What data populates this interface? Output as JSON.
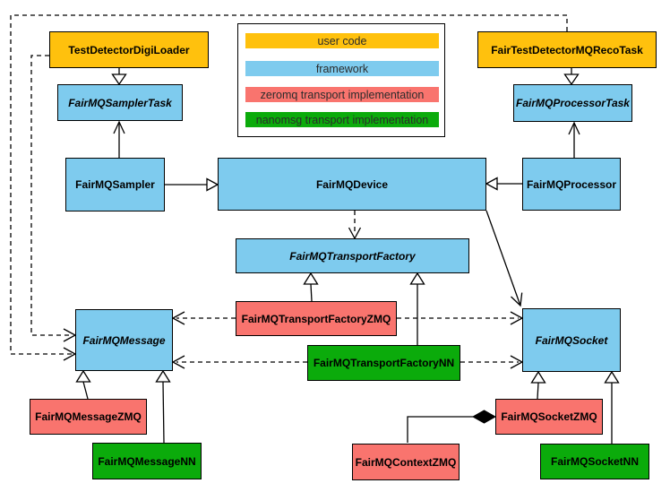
{
  "diagram": {
    "kind": "class-diagram",
    "colors": {
      "user": "#FFC10D",
      "framework": "#7ECBEE",
      "zeromq": "#F9746E",
      "nanomsg": "#0BAB0B",
      "edge": "#000000",
      "background": "#FFFFFF"
    },
    "legend": {
      "items": [
        {
          "label": "user code",
          "category": "user"
        },
        {
          "label": "framework",
          "category": "framework"
        },
        {
          "label": "zeromq transport implementation",
          "category": "zeromq"
        },
        {
          "label": "nanomsg transport implementation",
          "category": "nanomsg"
        }
      ]
    },
    "nodes": {
      "testDetectorDigiLoader": {
        "label": "TestDetectorDigiLoader",
        "category": "user",
        "abstract": false
      },
      "fairTestDetectorMQRecoTask": {
        "label": "FairTestDetectorMQRecoTask",
        "category": "user",
        "abstract": false
      },
      "fairMQSamplerTask": {
        "label": "FairMQSamplerTask",
        "category": "framework",
        "abstract": true
      },
      "fairMQProcessorTask": {
        "label": "FairMQProcessorTask",
        "category": "framework",
        "abstract": true
      },
      "fairMQSampler": {
        "label": "FairMQSampler",
        "category": "framework",
        "abstract": false
      },
      "fairMQDevice": {
        "label": "FairMQDevice",
        "category": "framework",
        "abstract": false
      },
      "fairMQProcessor": {
        "label": "FairMQProcessor",
        "category": "framework",
        "abstract": false
      },
      "fairMQTransportFactory": {
        "label": "FairMQTransportFactory",
        "category": "framework",
        "abstract": true
      },
      "fairMQTransportFactoryZMQ": {
        "label": "FairMQTransportFactoryZMQ",
        "category": "zeromq",
        "abstract": false
      },
      "fairMQTransportFactoryNN": {
        "label": "FairMQTransportFactoryNN",
        "category": "nanomsg",
        "abstract": false
      },
      "fairMQMessage": {
        "label": "FairMQMessage",
        "category": "framework",
        "abstract": true
      },
      "fairMQSocket": {
        "label": "FairMQSocket",
        "category": "framework",
        "abstract": true
      },
      "fairMQMessageZMQ": {
        "label": "FairMQMessageZMQ",
        "category": "zeromq",
        "abstract": false
      },
      "fairMQMessageNN": {
        "label": "FairMQMessageNN",
        "category": "nanomsg",
        "abstract": false
      },
      "fairMQContextZMQ": {
        "label": "FairMQContextZMQ",
        "category": "zeromq",
        "abstract": false
      },
      "fairMQSocketZMQ": {
        "label": "FairMQSocketZMQ",
        "category": "zeromq",
        "abstract": false
      },
      "fairMQSocketNN": {
        "label": "FairMQSocketNN",
        "category": "nanomsg",
        "abstract": false
      }
    },
    "edges": [
      {
        "from": "TestDetectorDigiLoader",
        "to": "FairMQSamplerTask",
        "type": "inheritance"
      },
      {
        "from": "FairTestDetectorMQRecoTask",
        "to": "FairMQProcessorTask",
        "type": "inheritance"
      },
      {
        "from": "FairMQSampler",
        "to": "FairMQDevice",
        "type": "inheritance"
      },
      {
        "from": "FairMQProcessor",
        "to": "FairMQDevice",
        "type": "inheritance"
      },
      {
        "from": "FairMQSampler",
        "to": "FairMQSamplerTask",
        "type": "association"
      },
      {
        "from": "FairMQProcessor",
        "to": "FairMQProcessorTask",
        "type": "association"
      },
      {
        "from": "FairMQDevice",
        "to": "FairMQSocket",
        "type": "association"
      },
      {
        "from": "FairMQDevice",
        "to": "FairMQTransportFactory",
        "type": "dependency"
      },
      {
        "from": "FairMQTransportFactoryZMQ",
        "to": "FairMQTransportFactory",
        "type": "inheritance"
      },
      {
        "from": "FairMQTransportFactoryNN",
        "to": "FairMQTransportFactory",
        "type": "inheritance"
      },
      {
        "from": "FairMQTransportFactoryZMQ",
        "to": "FairMQMessage",
        "type": "dependency"
      },
      {
        "from": "FairMQTransportFactoryZMQ",
        "to": "FairMQSocket",
        "type": "dependency"
      },
      {
        "from": "FairMQTransportFactoryNN",
        "to": "FairMQMessage",
        "type": "dependency"
      },
      {
        "from": "FairMQTransportFactoryNN",
        "to": "FairMQSocket",
        "type": "dependency"
      },
      {
        "from": "TestDetectorDigiLoader",
        "to": "FairMQMessage",
        "type": "dependency"
      },
      {
        "from": "FairTestDetectorMQRecoTask",
        "to": "FairMQMessage",
        "type": "dependency"
      },
      {
        "from": "FairMQMessageZMQ",
        "to": "FairMQMessage",
        "type": "inheritance"
      },
      {
        "from": "FairMQMessageNN",
        "to": "FairMQMessage",
        "type": "inheritance"
      },
      {
        "from": "FairMQSocketZMQ",
        "to": "FairMQSocket",
        "type": "inheritance"
      },
      {
        "from": "FairMQSocketNN",
        "to": "FairMQSocket",
        "type": "inheritance"
      },
      {
        "from": "FairMQContextZMQ",
        "to": "FairMQSocketZMQ",
        "type": "composition"
      }
    ]
  }
}
